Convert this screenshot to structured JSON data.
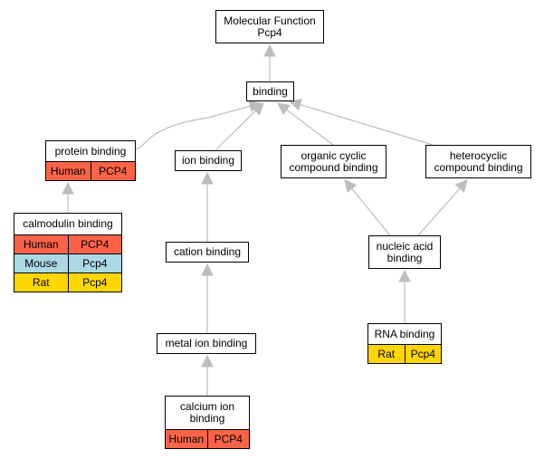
{
  "colors": {
    "human": "#fa6348",
    "mouse": "#acd8e6",
    "rat": "#ffd700",
    "edge": "#bdbdbd",
    "border": "#000000",
    "background": "#ffffff"
  },
  "nodes": {
    "molecular_function": {
      "lines": [
        "Molecular Function",
        "Pcp4"
      ],
      "annotations": []
    },
    "binding": {
      "lines": [
        "binding"
      ],
      "annotations": []
    },
    "protein_binding": {
      "lines": [
        "protein binding"
      ],
      "annotations": [
        {
          "species": "Human",
          "gene": "PCP4",
          "color": "human"
        }
      ]
    },
    "ion_binding": {
      "lines": [
        "ion binding"
      ],
      "annotations": []
    },
    "organic_cyclic": {
      "lines": [
        "organic cyclic",
        "compound binding"
      ],
      "annotations": []
    },
    "heterocyclic": {
      "lines": [
        "heterocyclic",
        "compound binding"
      ],
      "annotations": []
    },
    "calmodulin_binding": {
      "lines": [
        "calmodulin binding"
      ],
      "annotations": [
        {
          "species": "Human",
          "gene": "PCP4",
          "color": "human"
        },
        {
          "species": "Mouse",
          "gene": "Pcp4",
          "color": "mouse"
        },
        {
          "species": "Rat",
          "gene": "Pcp4",
          "color": "rat"
        }
      ]
    },
    "cation_binding": {
      "lines": [
        "cation binding"
      ],
      "annotations": []
    },
    "nucleic_acid": {
      "lines": [
        "nucleic acid",
        "binding"
      ],
      "annotations": []
    },
    "metal_ion_binding": {
      "lines": [
        "metal ion binding"
      ],
      "annotations": []
    },
    "rna_binding": {
      "lines": [
        "RNA binding"
      ],
      "annotations": [
        {
          "species": "Rat",
          "gene": "Pcp4",
          "color": "rat"
        }
      ]
    },
    "calcium_ion": {
      "lines": [
        "calcium ion",
        "binding"
      ],
      "annotations": [
        {
          "species": "Human",
          "gene": "PCP4",
          "color": "human"
        }
      ]
    }
  },
  "edges": [
    {
      "from": "binding",
      "to": "molecular_function"
    },
    {
      "from": "protein_binding",
      "to": "binding"
    },
    {
      "from": "ion_binding",
      "to": "binding"
    },
    {
      "from": "organic_cyclic",
      "to": "binding"
    },
    {
      "from": "heterocyclic",
      "to": "binding"
    },
    {
      "from": "calmodulin_binding",
      "to": "protein_binding"
    },
    {
      "from": "cation_binding",
      "to": "ion_binding"
    },
    {
      "from": "nucleic_acid",
      "to": "organic_cyclic"
    },
    {
      "from": "nucleic_acid",
      "to": "heterocyclic"
    },
    {
      "from": "metal_ion_binding",
      "to": "cation_binding"
    },
    {
      "from": "rna_binding",
      "to": "nucleic_acid"
    },
    {
      "from": "calcium_ion",
      "to": "metal_ion_binding"
    }
  ]
}
